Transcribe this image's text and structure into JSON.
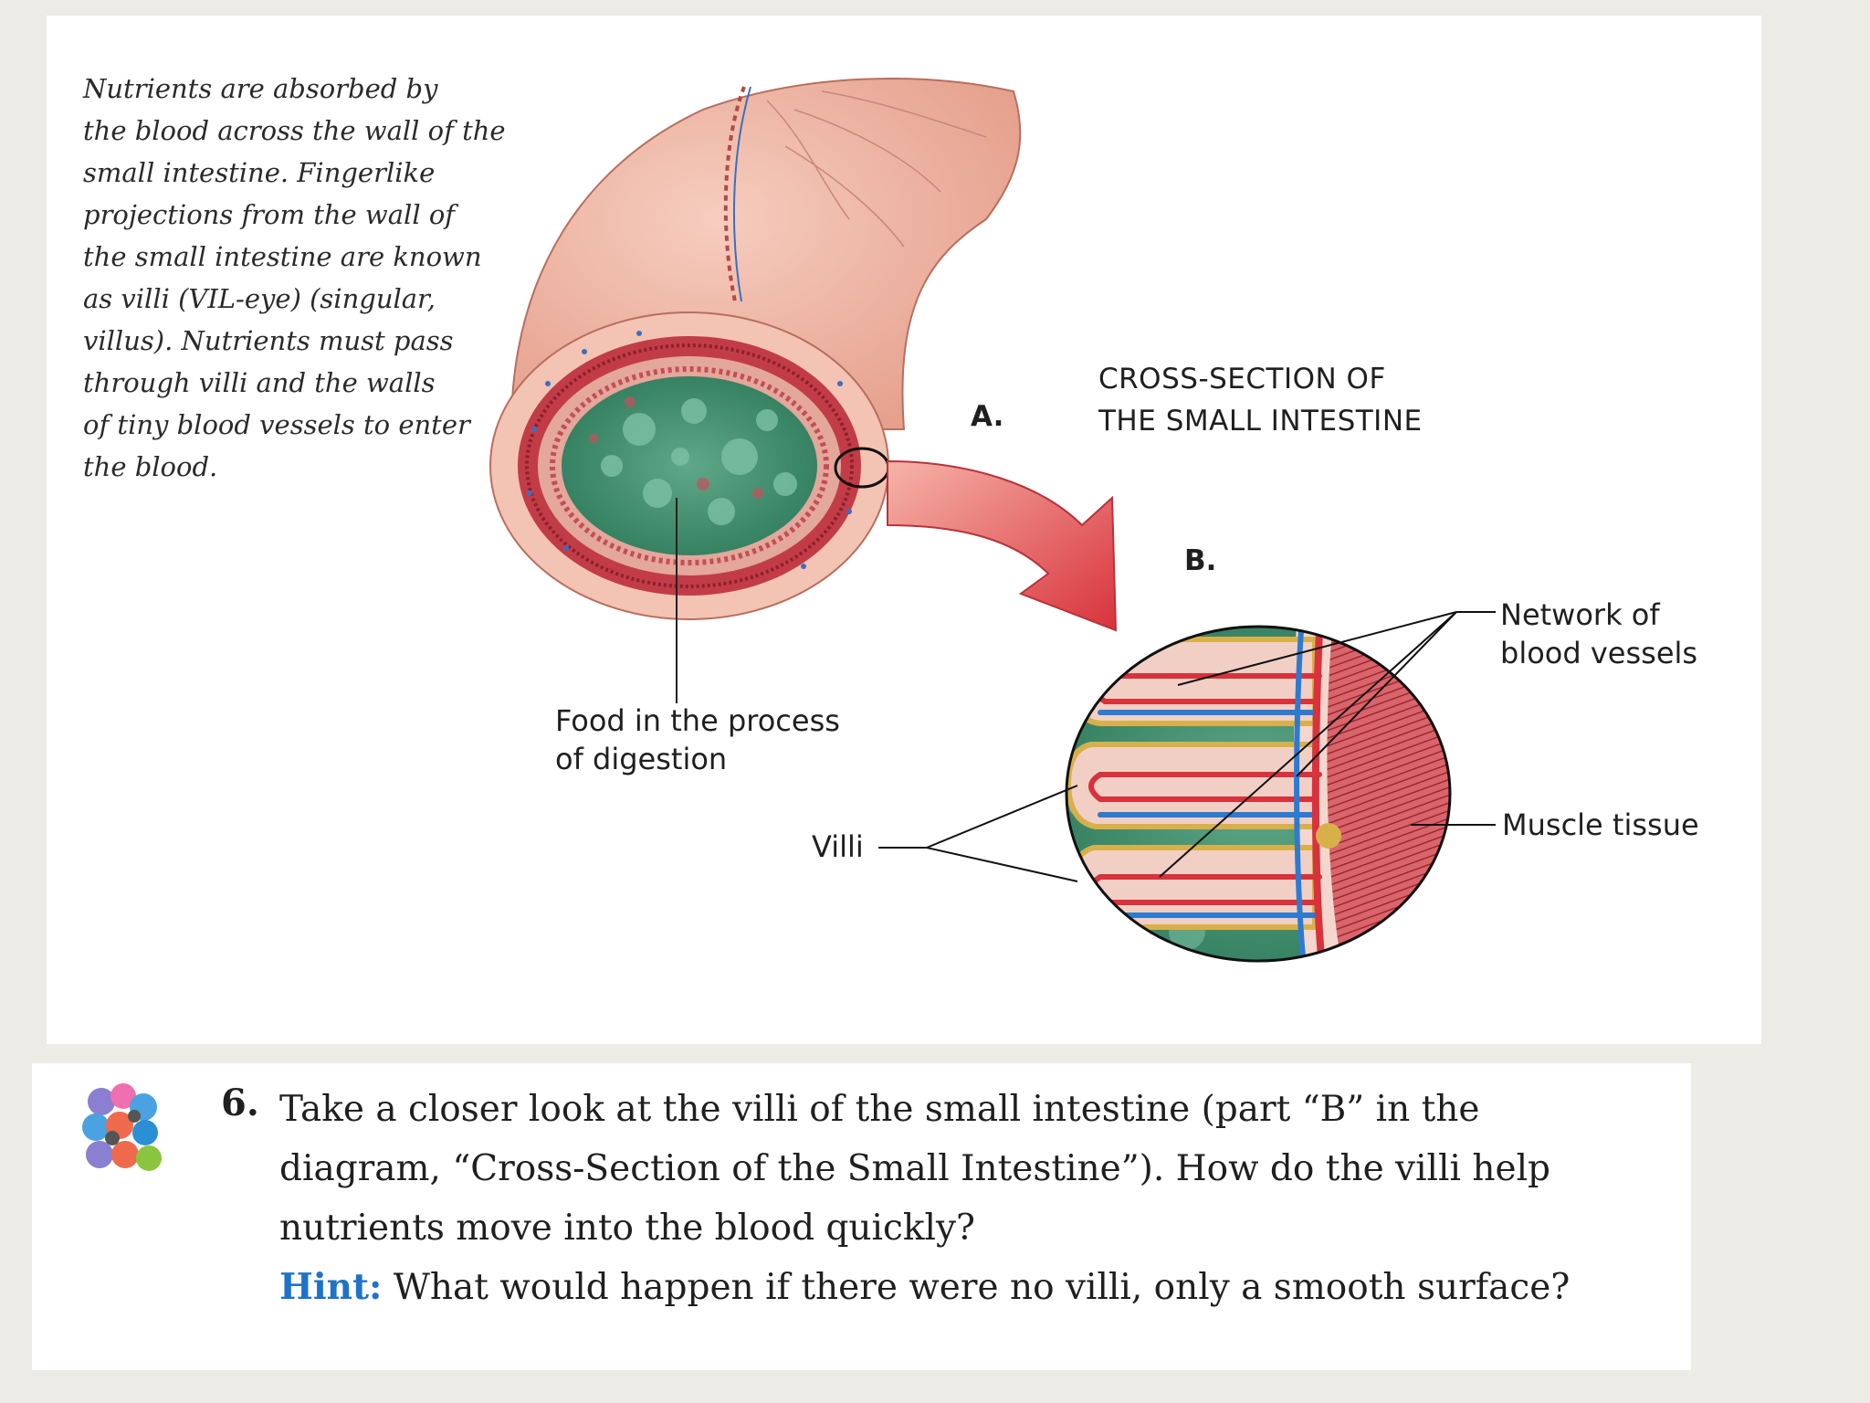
{
  "caption": {
    "lines": [
      "Nutrients are absorbed by",
      "the blood across the wall of the",
      "small intestine. Fingerlike",
      "projections from the wall of",
      "the small intestine are known",
      "as villi (VIL-eye) (singular,",
      "villus). Nutrients must pass",
      "through villi and the walls",
      "of tiny blood vessels to enter",
      "the blood."
    ]
  },
  "diagram": {
    "title_lines": [
      "CROSS-SECTION OF",
      "THE SMALL INTESTINE"
    ],
    "part_a_label": "A.",
    "part_b_label": "B.",
    "food_label_lines": [
      "Food in the process",
      "of digestion"
    ],
    "villi_label": "Villi",
    "network_label_lines": [
      "Network of",
      "blood vessels"
    ],
    "muscle_label": "Muscle tissue"
  },
  "question": {
    "number": "6.",
    "lines": [
      "Take a closer look at the villi of the small intestine (part “B” in the",
      "diagram, “Cross-Section of the Small Intestine”). How do the villi help",
      "nutrients move into the blood quickly?"
    ],
    "hint_label": "Hint:",
    "hint_text": " What would happen if there were no villi, only a smooth surface?"
  },
  "colors": {
    "background": "#ecebe6",
    "panel": "#ffffff",
    "hint_blue": "#1e73c8",
    "tissue_pink": "#f0b9a6",
    "muscle_red": "#b8323c",
    "food_green": "#3f8a6a",
    "vessel_blue": "#2d7bd1",
    "vessel_red": "#d8323c",
    "arrow_red": "#e2524a"
  },
  "icons": [
    "question-bubbles-icon"
  ]
}
